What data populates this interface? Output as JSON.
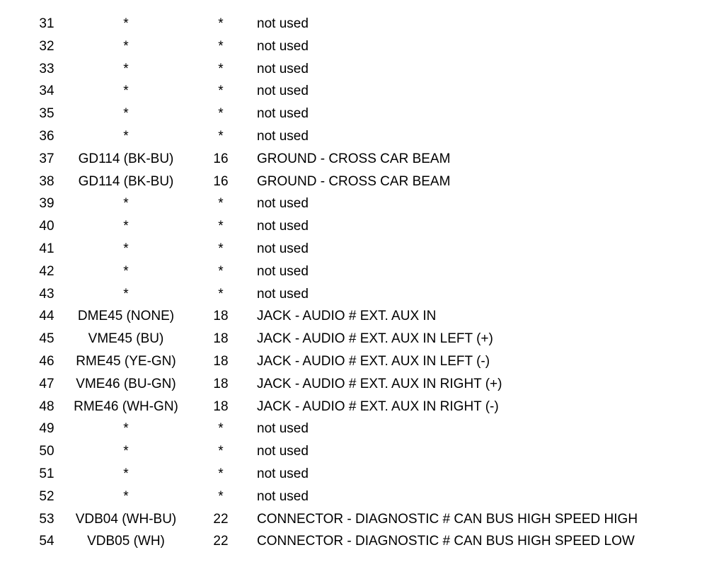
{
  "rows": [
    {
      "pin": "31",
      "circuit": "*",
      "gauge": "*",
      "function": "not used"
    },
    {
      "pin": "32",
      "circuit": "*",
      "gauge": "*",
      "function": "not used"
    },
    {
      "pin": "33",
      "circuit": "*",
      "gauge": "*",
      "function": "not used"
    },
    {
      "pin": "34",
      "circuit": "*",
      "gauge": "*",
      "function": "not used"
    },
    {
      "pin": "35",
      "circuit": "*",
      "gauge": "*",
      "function": "not used"
    },
    {
      "pin": "36",
      "circuit": "*",
      "gauge": "*",
      "function": "not used"
    },
    {
      "pin": "37",
      "circuit": "GD114 (BK-BU)",
      "gauge": "16",
      "function": "GROUND - CROSS CAR BEAM"
    },
    {
      "pin": "38",
      "circuit": "GD114 (BK-BU)",
      "gauge": "16",
      "function": "GROUND - CROSS CAR BEAM"
    },
    {
      "pin": "39",
      "circuit": "*",
      "gauge": "*",
      "function": "not used"
    },
    {
      "pin": "40",
      "circuit": "*",
      "gauge": "*",
      "function": "not used"
    },
    {
      "pin": "41",
      "circuit": "*",
      "gauge": "*",
      "function": "not used"
    },
    {
      "pin": "42",
      "circuit": "*",
      "gauge": "*",
      "function": "not used"
    },
    {
      "pin": "43",
      "circuit": "*",
      "gauge": "*",
      "function": "not used"
    },
    {
      "pin": "44",
      "circuit": "DME45 (NONE)",
      "gauge": "18",
      "function": "JACK - AUDIO # EXT. AUX IN"
    },
    {
      "pin": "45",
      "circuit": "VME45 (BU)",
      "gauge": "18",
      "function": "JACK - AUDIO # EXT. AUX IN LEFT (+)"
    },
    {
      "pin": "46",
      "circuit": "RME45 (YE-GN)",
      "gauge": "18",
      "function": "JACK - AUDIO # EXT. AUX IN LEFT (-)"
    },
    {
      "pin": "47",
      "circuit": "VME46 (BU-GN)",
      "gauge": "18",
      "function": "JACK - AUDIO # EXT. AUX IN RIGHT (+)"
    },
    {
      "pin": "48",
      "circuit": "RME46 (WH-GN)",
      "gauge": "18",
      "function": "JACK - AUDIO # EXT. AUX IN RIGHT (-)"
    },
    {
      "pin": "49",
      "circuit": "*",
      "gauge": "*",
      "function": "not used"
    },
    {
      "pin": "50",
      "circuit": "*",
      "gauge": "*",
      "function": "not used"
    },
    {
      "pin": "51",
      "circuit": "*",
      "gauge": "*",
      "function": "not used"
    },
    {
      "pin": "52",
      "circuit": "*",
      "gauge": "*",
      "function": "not used"
    },
    {
      "pin": "53",
      "circuit": "VDB04 (WH-BU)",
      "gauge": "22",
      "function": "CONNECTOR - DIAGNOSTIC # CAN BUS HIGH SPEED HIGH"
    },
    {
      "pin": "54",
      "circuit": "VDB05 (WH)",
      "gauge": "22",
      "function": "CONNECTOR - DIAGNOSTIC # CAN BUS HIGH SPEED LOW"
    }
  ]
}
